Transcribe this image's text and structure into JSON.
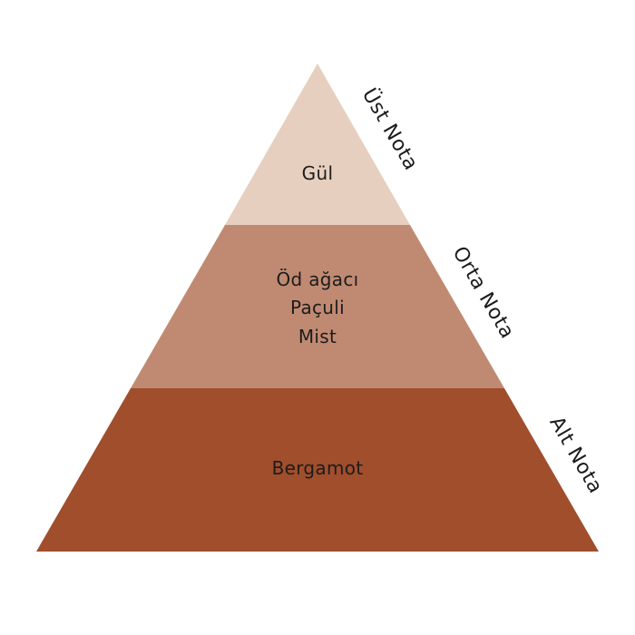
{
  "pyramid": {
    "tiers": [
      {
        "id": "top",
        "side_label": "Üst Nota",
        "notes": [
          "Gül"
        ],
        "color": "#e6cfbe"
      },
      {
        "id": "middle",
        "side_label": "Orta Nota",
        "notes": [
          "Öd ağacı",
          "Paçuli",
          "Mist"
        ],
        "color": "#c08a72"
      },
      {
        "id": "base",
        "side_label": "Alt Nota",
        "notes": [
          "Bergamot"
        ],
        "color": "#a04e2c"
      }
    ]
  }
}
